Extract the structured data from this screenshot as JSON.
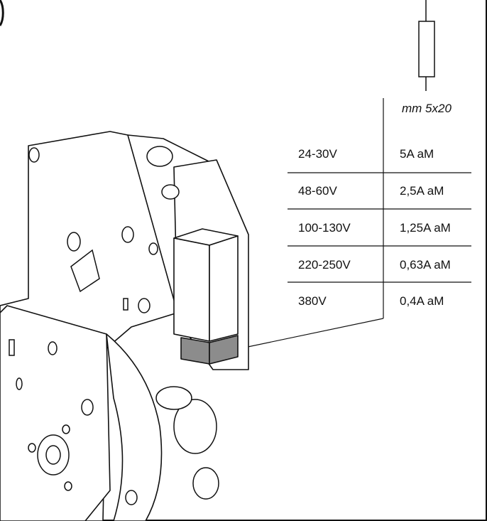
{
  "fuse_spec": {
    "size_label": "mm 5x20"
  },
  "fuse_table": {
    "rows": [
      {
        "voltage": "24-30V",
        "rating": "5A aM"
      },
      {
        "voltage": "48-60V",
        "rating": "2,5A aM"
      },
      {
        "voltage": "100-130V",
        "rating": "1,25A aM"
      },
      {
        "voltage": "220-250V",
        "rating": "0,63A aM"
      },
      {
        "voltage": "380V",
        "rating": "0,4A aM"
      }
    ]
  },
  "colors": {
    "line": "#111111",
    "fuse_holder_highlight": "#8c8c8c",
    "background": "#ffffff"
  }
}
